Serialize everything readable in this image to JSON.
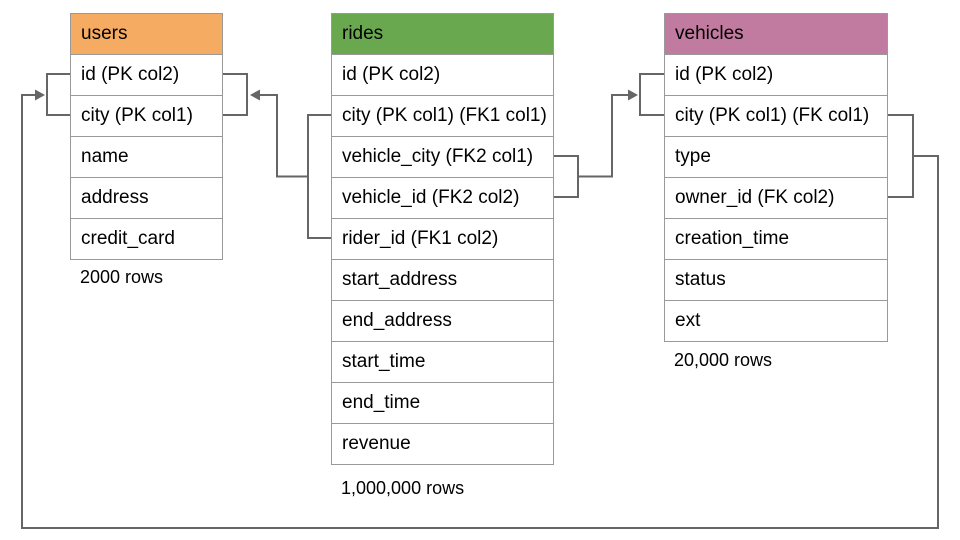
{
  "diagram": {
    "title": "database-schema",
    "line_color": "#666666",
    "table_border_color": "#999999",
    "tables": [
      {
        "name": "users",
        "header_color": "#F6AB63",
        "columns": [
          "id (PK col2)",
          "city (PK col1)",
          "name",
          "address",
          "credit_card"
        ],
        "row_count_label": "2000 rows"
      },
      {
        "name": "rides",
        "header_color": "#6AA84F",
        "columns": [
          "id (PK col2)",
          "city (PK col1) (FK1 col1)",
          "vehicle_city (FK2 col1)",
          "vehicle_id (FK2 col2)",
          "rider_id (FK1 col2)",
          "start_address",
          "end_address",
          "start_time",
          "end_time",
          "revenue"
        ],
        "row_count_label": "1,000,000 rows"
      },
      {
        "name": "vehicles",
        "header_color": "#C27BA0",
        "columns": [
          "id (PK col2)",
          "city (PK col1) (FK col1)",
          "type",
          "owner_id (FK col2)",
          "creation_time",
          "status",
          "ext"
        ],
        "row_count_label": "20,000 rows"
      }
    ],
    "relationships": [
      {
        "name": "FK1",
        "from_table": "rides",
        "from_columns": "city, rider_id",
        "to_table": "users",
        "to_columns": "id, city"
      },
      {
        "name": "FK2",
        "from_table": "rides",
        "from_columns": "vehicle_city, vehicle_id",
        "to_table": "vehicles",
        "to_columns": "id, city"
      },
      {
        "name": "FK",
        "from_table": "vehicles",
        "from_columns": "city, owner_id",
        "to_table": "users",
        "to_columns": "id, city"
      }
    ]
  }
}
